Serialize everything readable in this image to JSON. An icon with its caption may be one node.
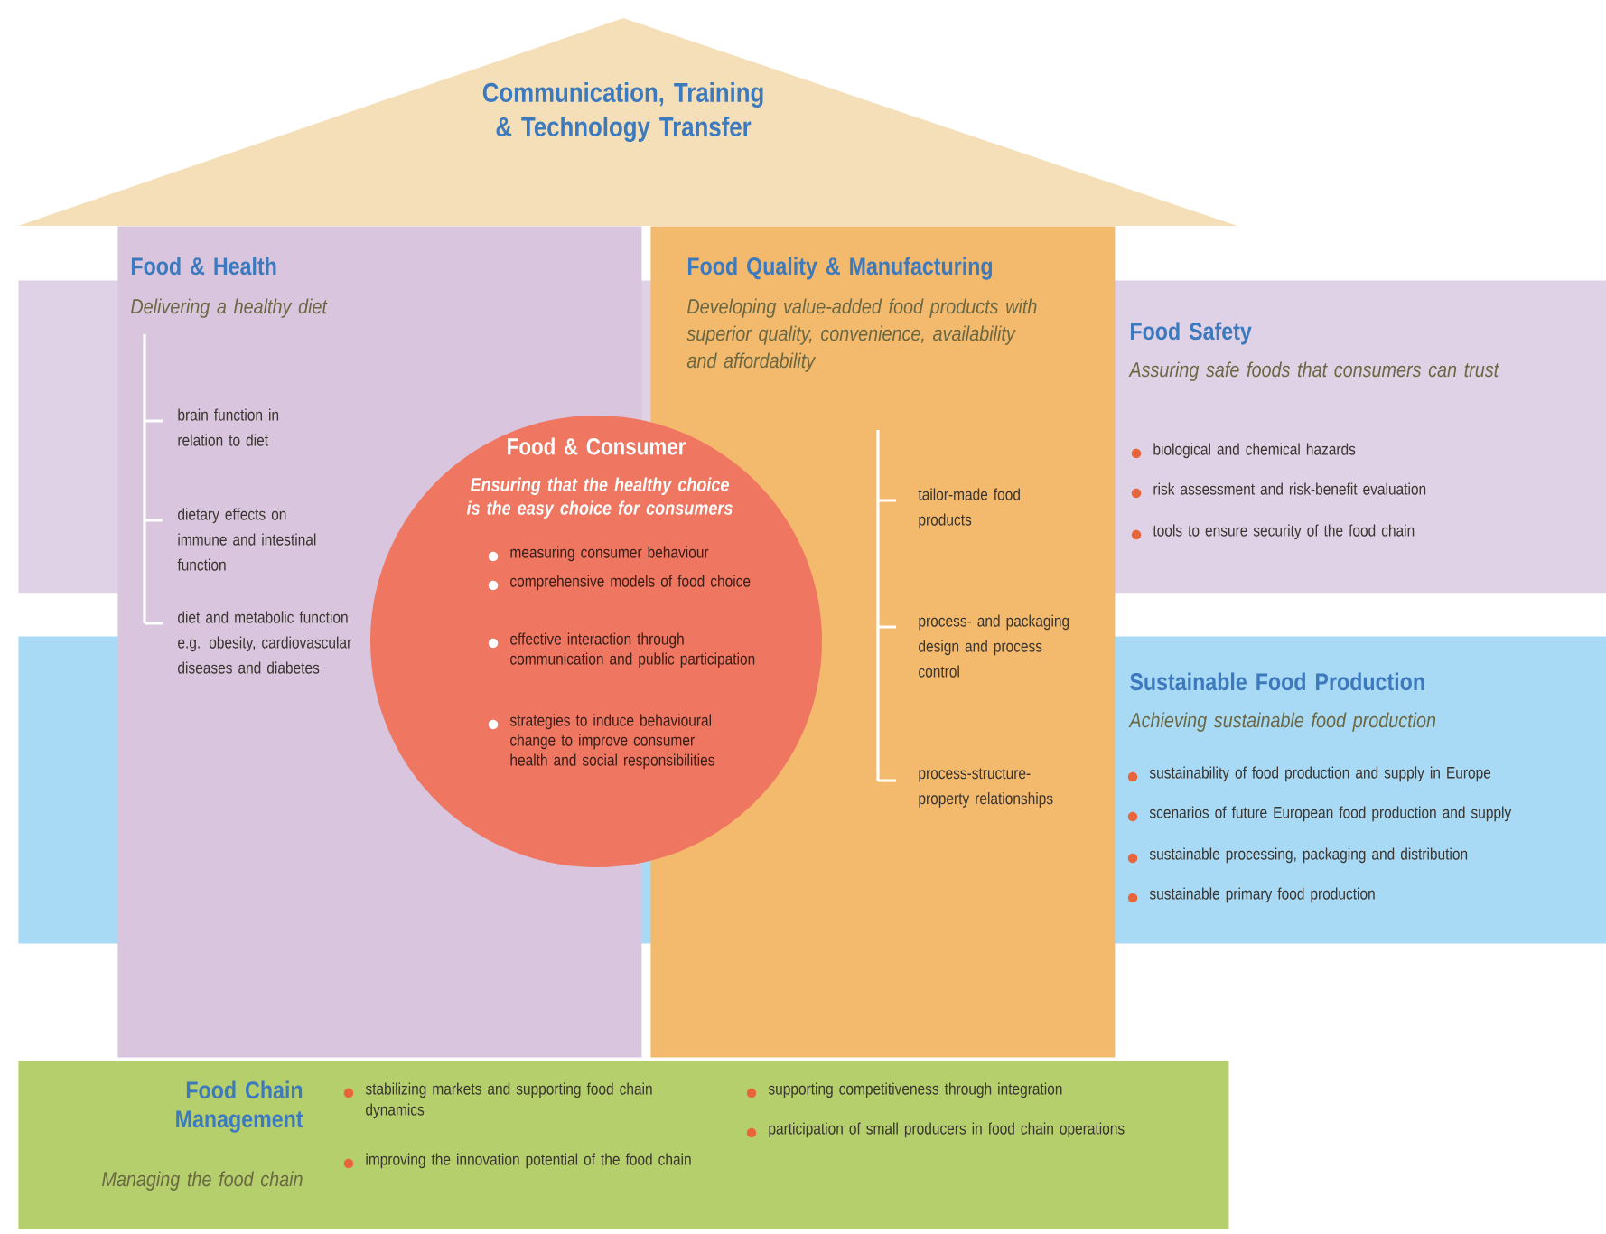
{
  "diagram": {
    "nodes": [
      {
        "text": [
          "Communication, Training & Technology Transfer"
        ]
      },
      {
        "text": [
          "Food & Health",
          "Delivering a healthy diet",
          "brain function in relation to diet",
          "dietary effects on immune and intestinal function",
          "diet and metabolic function e.g. obesity, cardiovascular diseases and diabetes"
        ]
      },
      {
        "text": [
          "Food Quality & Manufacturing",
          "Developing value-added food products with superior quality, convenience, availability and affordability",
          "tailor-made food products",
          "process- and packaging design and process control",
          "process-structure-property relationships"
        ]
      },
      {
        "text": [
          "Food Safety",
          "Assuring safe foods that consumers can trust",
          "biological and chemical hazards",
          "risk assessment and risk-benefit evaluation",
          "tools to ensure security of the food chain"
        ]
      },
      {
        "text": [
          "Food & Consumer",
          "Ensuring that the healthy choice is the easy choice for consumers",
          "measuring consumer behaviour",
          "comprehensive models of food choice",
          "effective interaction through communication and public participation",
          "strategies to induce behavioural change to improve consumer health and social responsibilities"
        ]
      },
      {
        "text": [
          "Sustainable Food Production",
          "Achieving sustainable food production",
          "sustainability of food production and supply in Europe",
          "scenarios of future European food production and supply",
          "sustainable processing, packaging and distribution",
          "sustainable primary food production"
        ]
      },
      {
        "text": [
          "Food Chain Management",
          "Managing the food chain",
          "stabilizing markets and supporting food chain dynamics",
          "improving the innovation potential of the food chain",
          "supporting competitiveness through integration",
          "participation of small producers in food chain operations"
        ]
      }
    ]
  }
}
